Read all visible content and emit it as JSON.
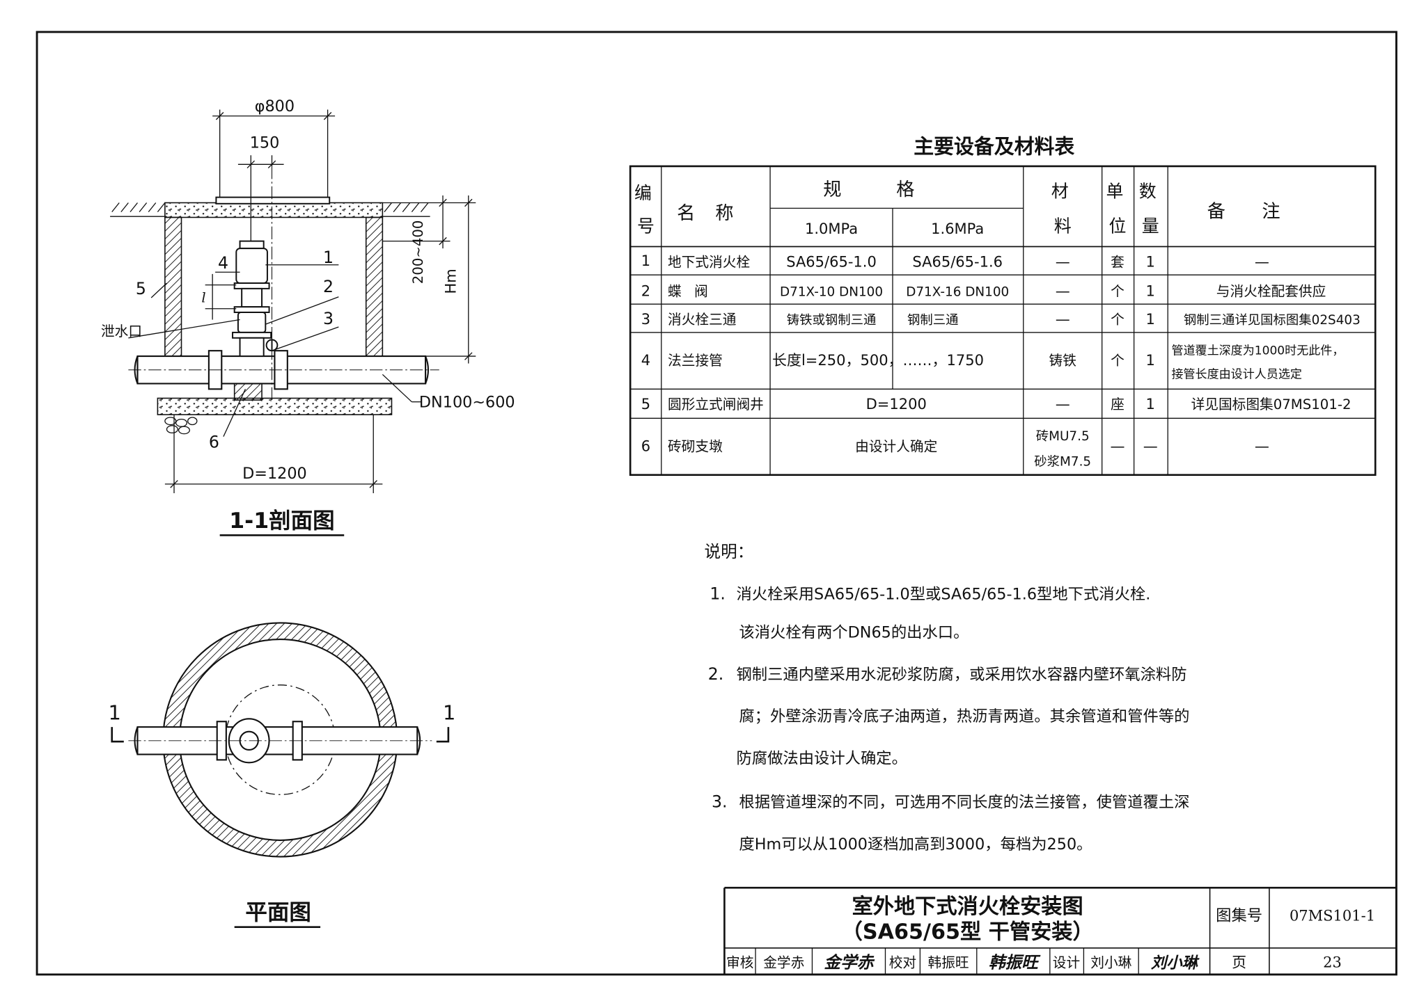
{
  "section_view": {
    "title": "1-1剖面图",
    "dim_diameter": "φ800",
    "dim_offset": "150",
    "dim_cover_range": "200~400",
    "dim_hm": "Hm",
    "dim_well_d": "D=1200",
    "pipe_size": "DN100~600",
    "drain_outlet": "泄水口",
    "length_mark": "l",
    "callouts": [
      "1",
      "2",
      "3",
      "4",
      "5",
      "6"
    ]
  },
  "plan_view": {
    "title": "平面图",
    "section_mark_left": "1",
    "section_mark_right": "1"
  },
  "table": {
    "title": "主要设备及材料表",
    "headers": {
      "no": "编号",
      "name": "名称",
      "spec": "规格",
      "spec_10": "1.0MPa",
      "spec_16": "1.6MPa",
      "material": "材料",
      "unit": "单位",
      "qty": "数量",
      "remark": "备注"
    },
    "rows": [
      {
        "no": "1",
        "name": "地下式消火栓",
        "spec_10": "SA65/65-1.0",
        "spec_16": "SA65/65-1.6",
        "material": "—",
        "unit": "套",
        "qty": "1",
        "remark": "—"
      },
      {
        "no": "2",
        "name": "蝶阀",
        "spec_10": "D71X-10 DN100",
        "spec_16": "D71X-16 DN100",
        "material": "—",
        "unit": "个",
        "qty": "1",
        "remark": "与消火栓配套供应"
      },
      {
        "no": "3",
        "name": "消火栓三通",
        "spec_10": "铸铁或钢制三通",
        "spec_16": "钢制三通",
        "material": "—",
        "unit": "个",
        "qty": "1",
        "remark": "钢制三通详见国标图集02S403"
      },
      {
        "no": "4",
        "name": "法兰接管",
        "spec": "长度l=250，500，……，1750",
        "material": "铸铁",
        "unit": "个",
        "qty": "1",
        "remark": "管道覆土深度为1000时无此件，",
        "remark2": "接管长度由设计人员选定"
      },
      {
        "no": "5",
        "name": "圆形立式闸阀井",
        "spec": "D=1200",
        "material": "—",
        "unit": "座",
        "qty": "1",
        "remark": "详见国标图集07MS101-2"
      },
      {
        "no": "6",
        "name": "砖砌支墩",
        "spec": "由设计人确定",
        "material": "砖MU7.5",
        "material2": "砂浆M7.5",
        "unit": "—",
        "qty": "—",
        "remark": "—"
      }
    ]
  },
  "notes": {
    "heading": "说明：",
    "items": [
      {
        "num": "1.",
        "line1": "消火栓采用SA65/65-1.0型或SA65/65-1.6型地下式消火栓.",
        "line2": "该消火栓有两个DN65的出水口。"
      },
      {
        "num": "2.",
        "line1": "钢制三通内壁采用水泥砂浆防腐，或采用饮水容器内壁环氧涂料防",
        "line2": "腐；外壁涂沥青冷底子油两道，热沥青两道。其余管道和管件等的",
        "line3": "防腐做法由设计人确定。"
      },
      {
        "num": "3.",
        "line1": "根据管道埋深的不同，可选用不同长度的法兰接管，使管道覆土深",
        "line2": "度Hm可以从1000逐档加高到3000，每档为250。"
      }
    ]
  },
  "title_block": {
    "title_line1": "室外地下式消火栓安装图",
    "title_line2": "（SA65/65型  干管安装）",
    "atlas_label": "图集号",
    "atlas_no": "07MS101-1",
    "review_label": "审核",
    "reviewer": "金学赤",
    "reviewer_sign": "金学赤",
    "check_label": "校对",
    "checker": "韩振旺",
    "checker_sign": "韩振旺",
    "design_label": "设计",
    "designer": "刘小琳",
    "designer_sign": "刘小琳",
    "page_label": "页",
    "page_no": "23"
  }
}
